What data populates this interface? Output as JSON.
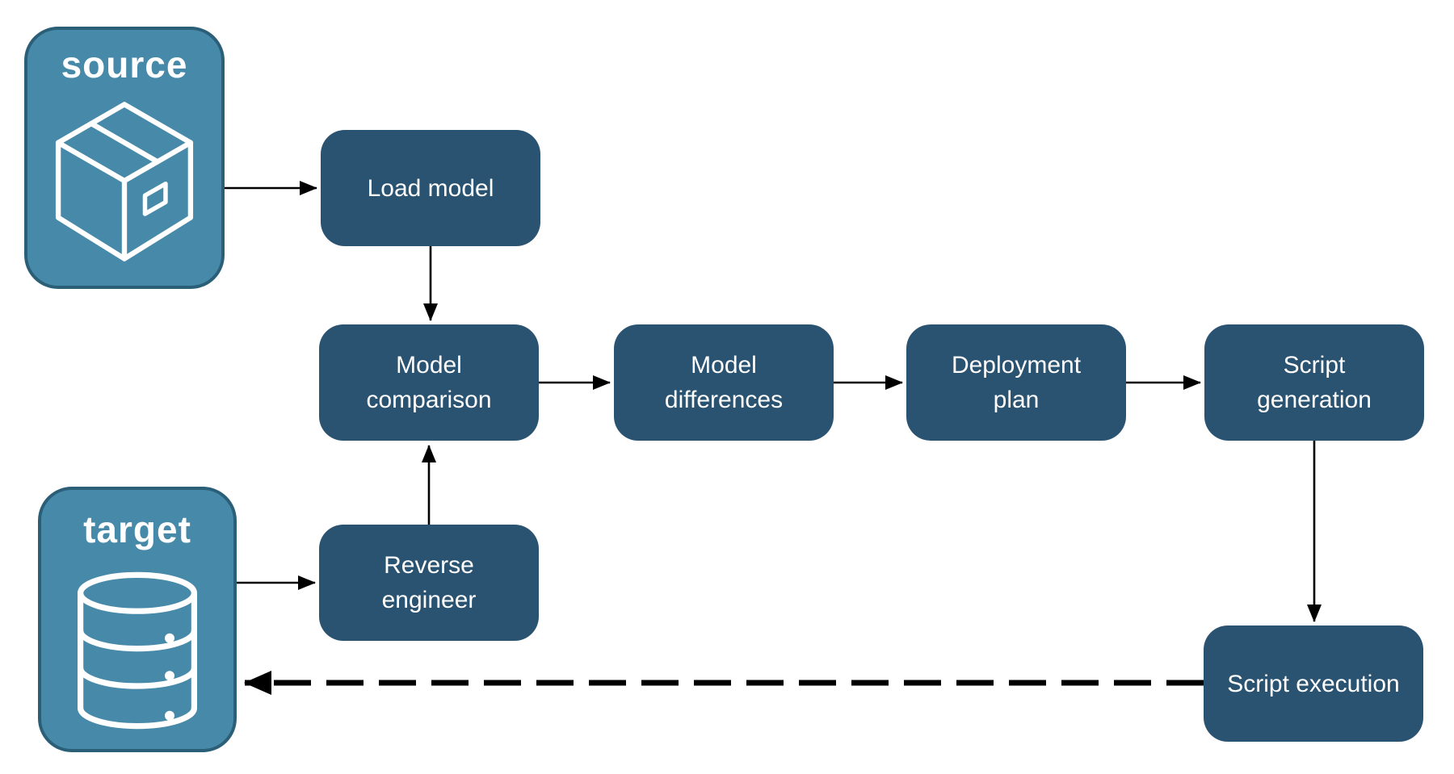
{
  "diagram": {
    "type": "flowchart",
    "groups": {
      "source": {
        "label": "source",
        "icon": "package-icon"
      },
      "target": {
        "label": "target",
        "icon": "database-icon"
      }
    },
    "nodes": {
      "load_model": {
        "label": "Load model"
      },
      "model_comparison": {
        "label": "Model comparison"
      },
      "model_differences": {
        "label": "Model differences"
      },
      "deployment_plan": {
        "label": "Deployment plan"
      },
      "script_generation": {
        "label": "Script generation"
      },
      "reverse_engineer": {
        "label": "Reverse engineer"
      },
      "script_execution": {
        "label": "Script execution"
      }
    },
    "edges": [
      {
        "from": "source",
        "to": "load_model",
        "style": "solid"
      },
      {
        "from": "load_model",
        "to": "model_comparison",
        "style": "solid"
      },
      {
        "from": "model_comparison",
        "to": "model_differences",
        "style": "solid"
      },
      {
        "from": "model_differences",
        "to": "deployment_plan",
        "style": "solid"
      },
      {
        "from": "deployment_plan",
        "to": "script_generation",
        "style": "solid"
      },
      {
        "from": "script_generation",
        "to": "script_execution",
        "style": "solid"
      },
      {
        "from": "target",
        "to": "reverse_engineer",
        "style": "solid"
      },
      {
        "from": "reverse_engineer",
        "to": "model_comparison",
        "style": "solid"
      },
      {
        "from": "script_execution",
        "to": "target",
        "style": "dashed"
      }
    ],
    "colors": {
      "node_fill": "#2A5372",
      "group_fill": "#4789A8",
      "group_border": "#2B5F78",
      "arrow": "#000000",
      "text": "#FFFFFF",
      "background": "#FFFFFF"
    }
  }
}
